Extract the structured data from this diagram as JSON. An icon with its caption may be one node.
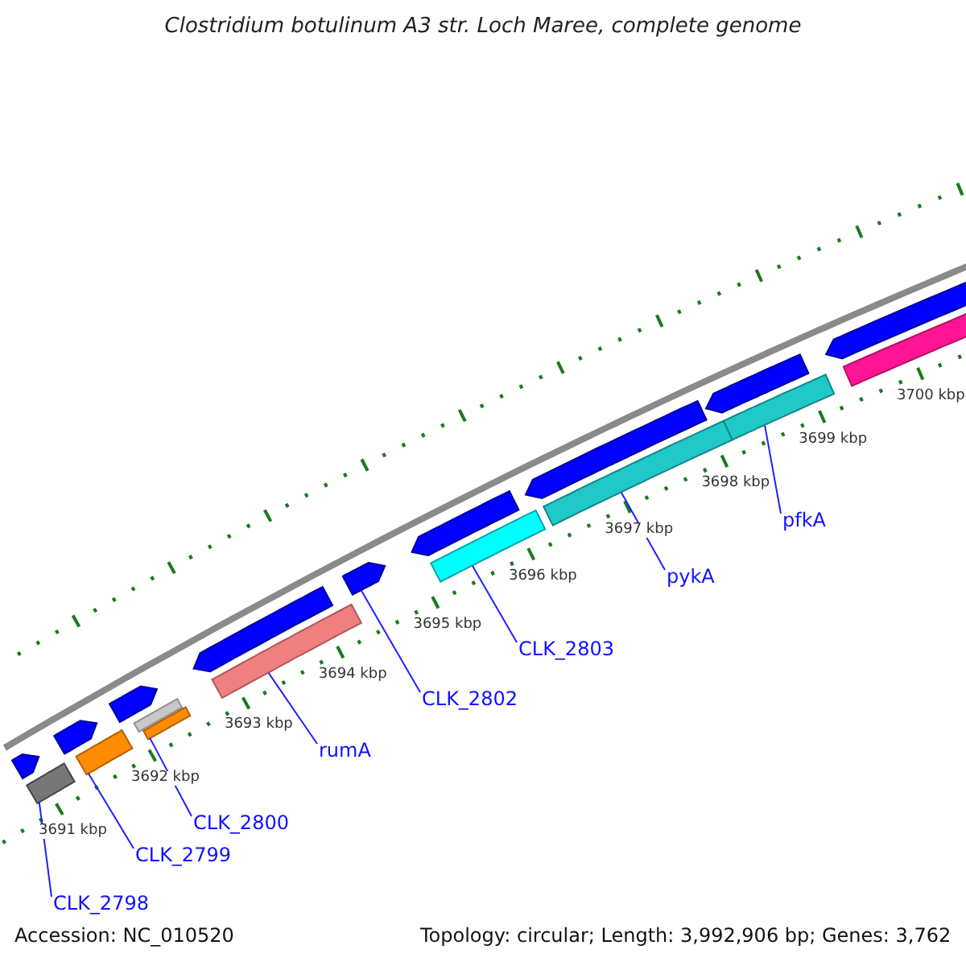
{
  "diagram": {
    "title": "Clostridium botulinum A3 str. Loch Maree, complete genome",
    "nodes": [
      {
        "text": [
          "CLK_2798"
        ]
      },
      {
        "text": [
          "CLK_2799"
        ]
      },
      {
        "text": [
          "CLK_2800"
        ]
      },
      {
        "text": [
          "rumA"
        ]
      },
      {
        "text": [
          "CLK_2802"
        ]
      },
      {
        "text": [
          "CLK_2803"
        ]
      },
      {
        "text": [
          "pykA"
        ]
      },
      {
        "text": [
          "pfkA"
        ]
      },
      {
        "text": [],
        "shape": "bar"
      },
      {
        "text": [],
        "shape": "bar"
      },
      {
        "text": [],
        "shape": "bar"
      },
      {
        "text": [],
        "shape": "bar"
      },
      {
        "text": [],
        "shape": "bar"
      },
      {
        "text": [],
        "shape": "bar"
      },
      {
        "text": [],
        "shape": "bar"
      },
      {
        "text": [],
        "shape": "bar"
      },
      {
        "text": [],
        "shape": "bar"
      },
      {
        "text": [],
        "shape": "bar"
      },
      {
        "text": [],
        "shape": "bar"
      },
      {
        "text": [],
        "shape": "bar"
      },
      {
        "text": [],
        "shape": "bar"
      },
      {
        "text": [],
        "shape": "bar"
      },
      {
        "text": [],
        "shape": "bar"
      },
      {
        "text": [],
        "shape": "bar"
      },
      {
        "text": [],
        "shape": "bar"
      },
      {
        "text": [],
        "shape": "bar"
      }
    ],
    "edges": [
      {
        "from": 0,
        "to": 9,
        "arrow": "none"
      },
      {
        "from": 1,
        "to": 11,
        "arrow": "none"
      },
      {
        "from": 2,
        "to": 14,
        "arrow": "none"
      },
      {
        "from": 3,
        "to": 16,
        "arrow": "none"
      },
      {
        "from": 4,
        "to": 17,
        "arrow": "none"
      },
      {
        "from": 5,
        "to": 19,
        "arrow": "none"
      },
      {
        "from": 6,
        "to": 21,
        "arrow": "none"
      },
      {
        "from": 7,
        "to": 23,
        "arrow": "none"
      }
    ],
    "labels": [
      "3691 kbp",
      "3692 kbp",
      "3693 kbp",
      "3694 kbp",
      "3695 kbp",
      "3696 kbp",
      "3697 kbp",
      "3698 kbp",
      "3699 kbp",
      "3700 kbp",
      "Accession: NC_010520",
      "Topology: circular; Length: 3,992,906 bp; Genes: 3,762"
    ]
  }
}
